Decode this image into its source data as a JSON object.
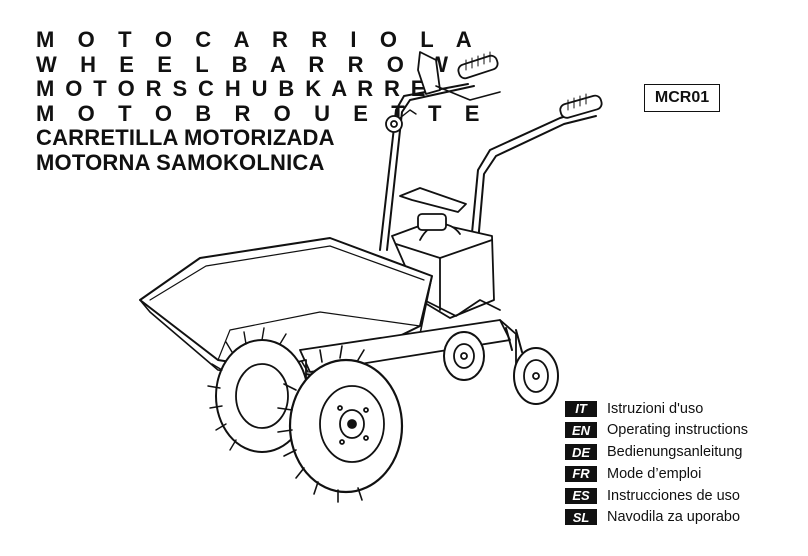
{
  "titles": [
    "M O T O C A R R I O L A",
    "W H E E L B A R R O W",
    "M O T O R S C H U B K A R R E",
    "M O T O B R O U E T T E",
    "CARRETILLA MOTORIZADA",
    "MOTORNA  SAMOKOLNICA"
  ],
  "model": "MCR01",
  "languages": [
    {
      "code": "IT",
      "text": "Istruzioni d'uso"
    },
    {
      "code": "EN",
      "text": "Operating instructions"
    },
    {
      "code": "DE",
      "text": "Bedienungsanleitung"
    },
    {
      "code": "FR",
      "text": "Mode d’emploi"
    },
    {
      "code": "ES",
      "text": "Instrucciones de uso"
    },
    {
      "code": "SL",
      "text": "Navodila za uporabo"
    }
  ]
}
